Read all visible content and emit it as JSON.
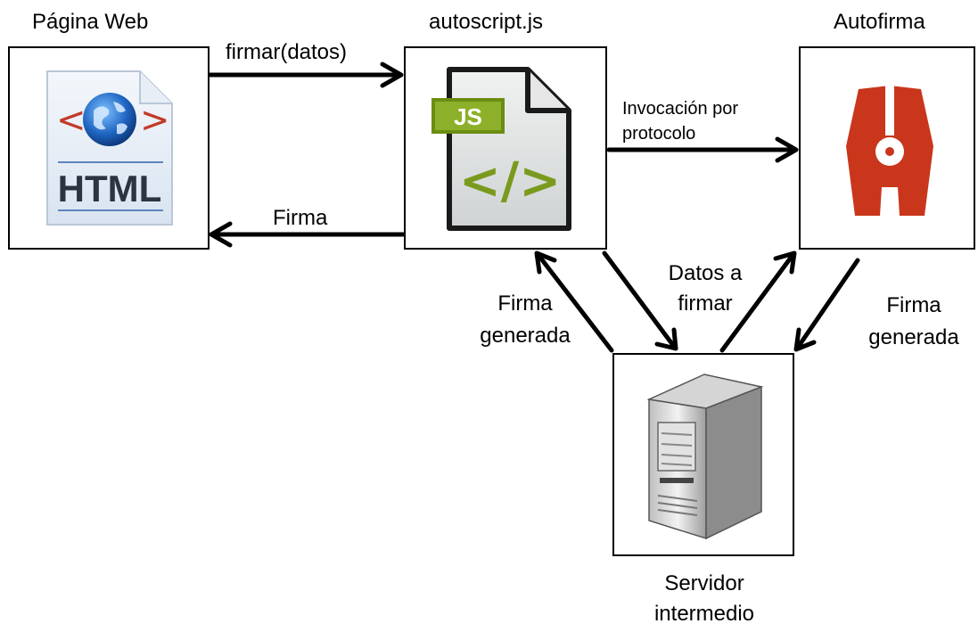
{
  "nodes": {
    "web_page": {
      "title": "Página Web",
      "icon_text": "HTML",
      "icon": "html-file-icon"
    },
    "autoscript": {
      "title": "autoscript.js",
      "icon_text": "JS",
      "icon": "js-file-icon"
    },
    "autofirma": {
      "title": "Autofirma",
      "icon": "autofirma-pen-logo-icon"
    },
    "server": {
      "title_line1": "Servidor",
      "title_line2": "intermedio",
      "icon": "server-tower-icon"
    }
  },
  "edges": {
    "sign_call": "firmar(datos)",
    "signature_return": "Firma",
    "protocol_line1": "Invocación por",
    "protocol_line2": "protocolo",
    "data_to_sign_line1": "Datos a",
    "data_to_sign_line2": "firmar",
    "left_generated_line1": "Firma",
    "left_generated_line2": "generada",
    "right_generated_line1": "Firma",
    "right_generated_line2": "generada"
  },
  "colors": {
    "autofirma_red": "#c9361b",
    "js_green": "#7a9a1e",
    "html_blue": "#2a6fb5"
  }
}
